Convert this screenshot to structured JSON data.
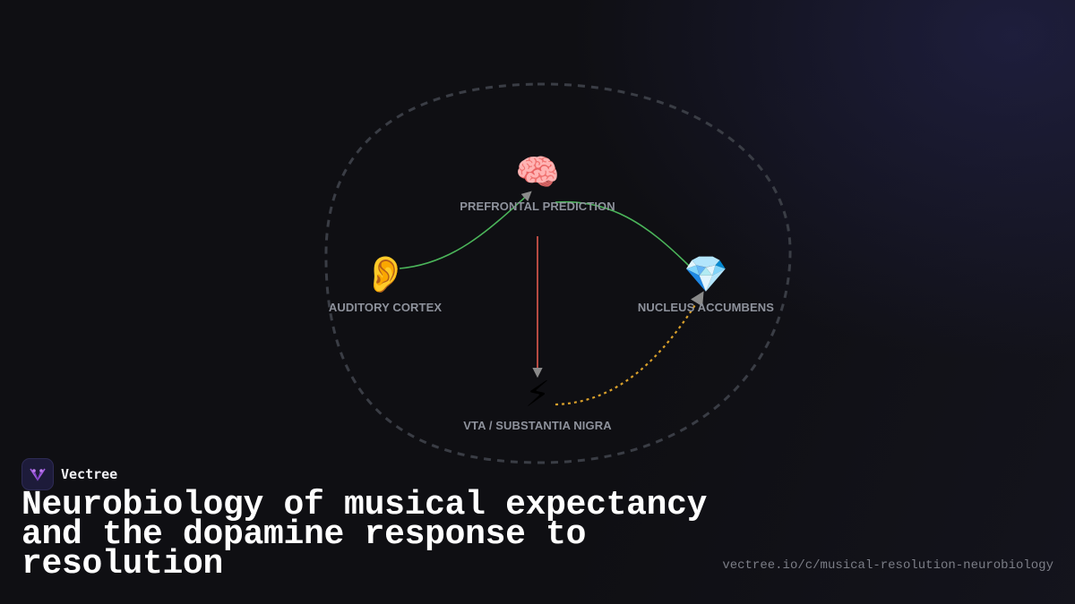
{
  "diagram": {
    "nodes": {
      "prefrontal": {
        "icon": "🧠",
        "icon_name": "brain-icon",
        "label": "PREFRONTAL PREDICTION"
      },
      "auditory": {
        "icon": "👂",
        "icon_name": "ear-icon",
        "label": "AUDITORY CORTEX"
      },
      "accumbens": {
        "icon": "💎",
        "icon_name": "gem-icon",
        "label": "NUCLEUS ACCUMBENS"
      },
      "vta": {
        "icon": "⚡",
        "icon_name": "lightning-icon",
        "label": "VTA / SUBSTANTIA NIGRA"
      }
    },
    "colors": {
      "green_edge": "#4bb55a",
      "red_edge": "#e05a4f",
      "dopamine_edge": "#d9a02b",
      "loop": "#3a3d45"
    }
  },
  "brand": {
    "name": "Vectree",
    "logo_color": "#a25be0"
  },
  "title": "Neurobiology of musical expectancy and the dopamine response to resolution",
  "url": "vectree.io/c/musical-resolution-neurobiology"
}
